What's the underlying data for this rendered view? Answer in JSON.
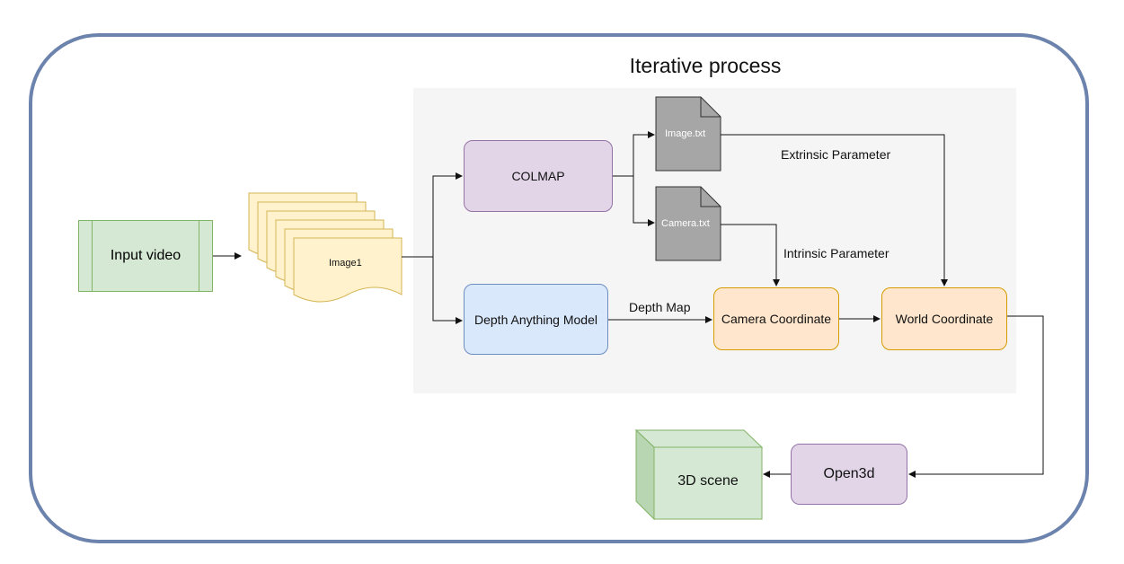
{
  "title": "Iterative process",
  "nodes": {
    "input_video": "Input video",
    "image_stack": "Image1",
    "colmap": "COLMAP",
    "image_txt": "Image.txt",
    "camera_txt": "Camera.txt",
    "depth_model": "Depth Anything Model",
    "camera_coord": "Camera Coordinate",
    "world_coord": "World Coordinate",
    "open3d": "Open3d",
    "scene": "3D scene"
  },
  "edge_labels": {
    "extrinsic": "Extrinsic Parameter",
    "intrinsic": "Intrinsic Parameter",
    "depth_map": "Depth Map"
  },
  "colors": {
    "frame": "#6c83ad",
    "purple_fill": "#e1d5e7",
    "blue_fill": "#dae8fc",
    "orange_fill": "#ffe6cc",
    "green_fill": "#d5e8d4",
    "yellow_fill": "#fff2cc",
    "file_fill": "#a6a6a6"
  }
}
